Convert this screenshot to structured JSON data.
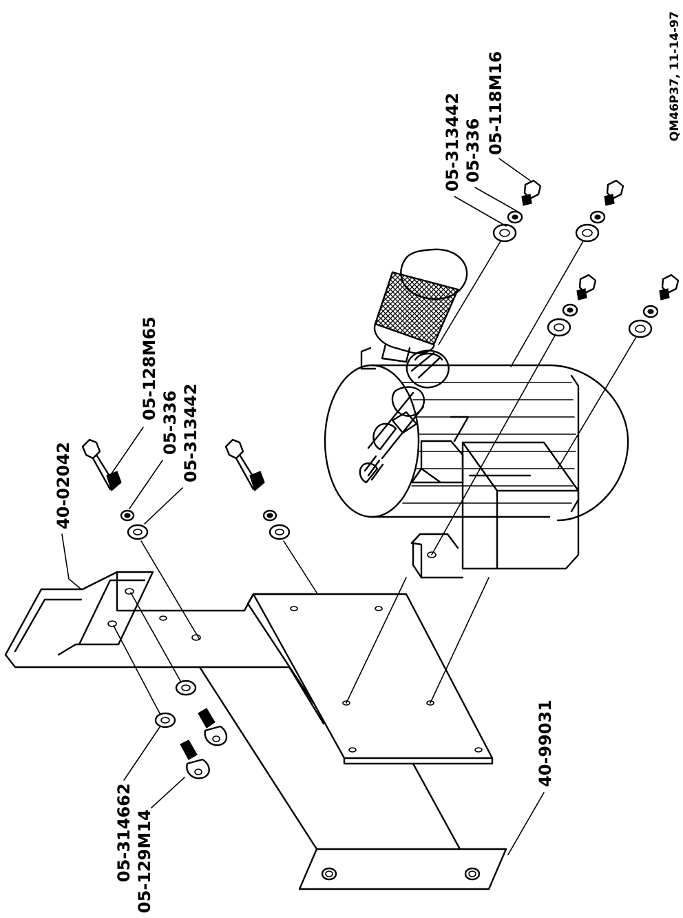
{
  "drawing": {
    "reference": "QM46P37, 11-14-97",
    "callouts": {
      "bracket_part": "40-02042",
      "bolt_long": "05-128M65",
      "lockwasher_left": "05-336",
      "flatwasher_left": "05-313442",
      "flatwasher_right": "05-313442",
      "lockwasher_right": "05-336",
      "bolt_short": "05-118M16",
      "plate_part": "40-99031",
      "washer_bottom": "05-314662",
      "socket_screw": "05-129M14"
    }
  }
}
